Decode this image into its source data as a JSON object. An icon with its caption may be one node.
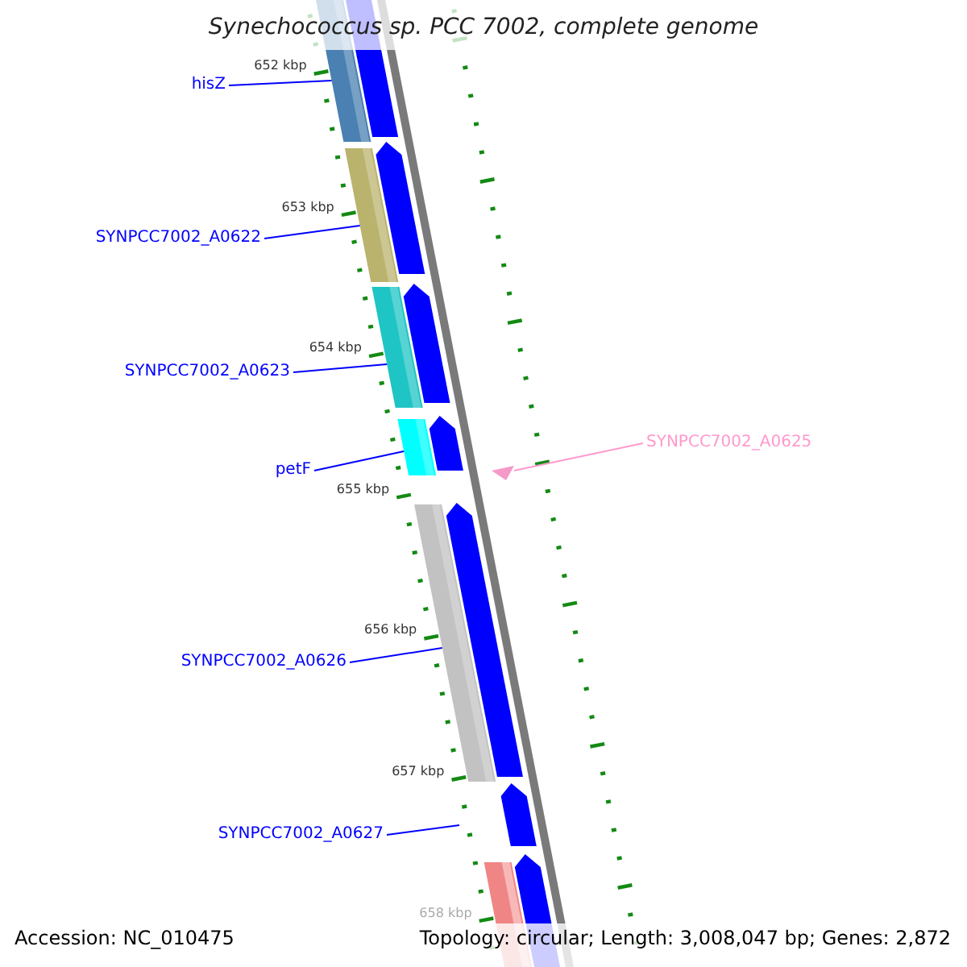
{
  "diagram": {
    "title": "Synechococcus sp. PCC 7002, complete genome",
    "nodes": [
      {
        "text": [
          "hisZ"
        ]
      },
      {
        "text": [],
        "shape": "bar"
      },
      {
        "text": [
          "SYNPCC7002_A0622"
        ]
      },
      {
        "text": [],
        "shape": "bar"
      },
      {
        "text": [
          "SYNPCC7002_A0623"
        ]
      },
      {
        "text": [],
        "shape": "bar"
      },
      {
        "text": [
          "petF"
        ]
      },
      {
        "text": [],
        "shape": "bar"
      },
      {
        "text": [
          "SYNPCC7002_A0625"
        ]
      },
      {
        "text": [],
        "shape": "triangle"
      },
      {
        "text": [
          "SYNPCC7002_A0626"
        ]
      },
      {
        "text": [],
        "shape": "bar"
      },
      {
        "text": [
          "SYNPCC7002_A0627"
        ]
      },
      {
        "text": [],
        "shape": "bar"
      },
      {
        "text": [],
        "shape": "bar"
      },
      {
        "text": [],
        "shape": "bar"
      },
      {
        "text": [],
        "shape": "bar"
      },
      {
        "text": [],
        "shape": "bar"
      },
      {
        "text": [],
        "shape": "bar"
      },
      {
        "text": [],
        "shape": "bar"
      }
    ],
    "edges": [
      {
        "from": 0,
        "to": 1,
        "arrow": "none"
      },
      {
        "from": 2,
        "to": 3,
        "arrow": "none"
      },
      {
        "from": 4,
        "to": 5,
        "arrow": "none"
      },
      {
        "from": 6,
        "to": 7,
        "arrow": "none"
      },
      {
        "from": 8,
        "to": 9,
        "arrow": "none",
        "color": "#ff99cc"
      },
      {
        "from": 10,
        "to": 11,
        "arrow": "none"
      },
      {
        "from": 12,
        "to": null,
        "arrow": "none"
      }
    ],
    "labels": [
      "652 kbp",
      "653 kbp",
      "654 kbp",
      "655 kbp",
      "656 kbp",
      "657 kbp",
      "658 kbp",
      "Accession: NC_010475",
      "Topology: circular; Length: 3,008,047 bp; Genes: 2,872"
    ]
  }
}
